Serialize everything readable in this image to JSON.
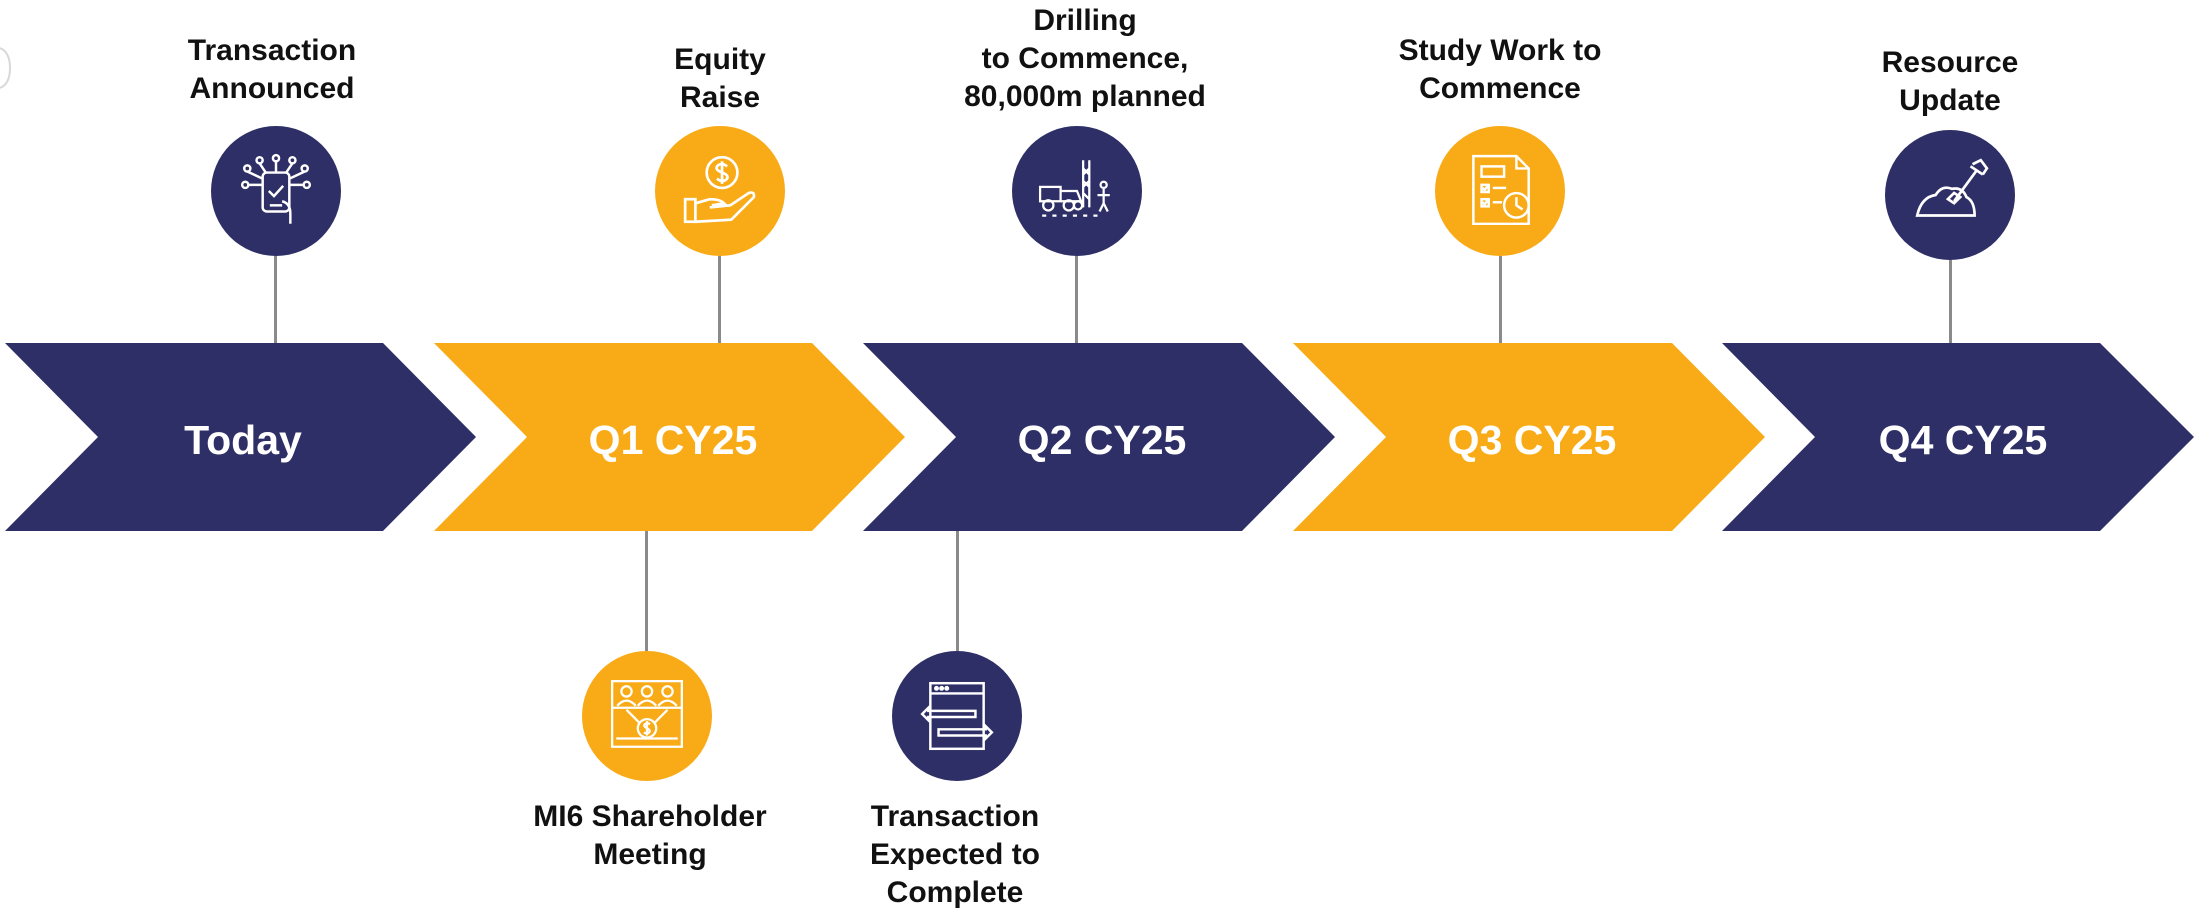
{
  "colors": {
    "navy": "#2e2f66",
    "gold": "#f9ab17",
    "connector": "#8a8a8a",
    "icon_stroke": "#ffffff"
  },
  "timeline": {
    "stages": [
      {
        "label": "Today",
        "color": "navy"
      },
      {
        "label": "Q1 CY25",
        "color": "gold"
      },
      {
        "label": "Q2 CY25",
        "color": "navy"
      },
      {
        "label": "Q3 CY25",
        "color": "gold"
      },
      {
        "label": "Q4 CY25",
        "color": "navy"
      }
    ]
  },
  "events_above": [
    {
      "label": "Transaction\nAnnounced",
      "icon": "digital-transaction-icon",
      "color": "navy"
    },
    {
      "label": "Equity\nRaise",
      "icon": "hand-dollar-icon",
      "color": "gold"
    },
    {
      "label": "Drilling\nto Commence,\n80,000m planned",
      "icon": "drill-rig-icon",
      "color": "navy"
    },
    {
      "label": "Study Work to\nCommence",
      "icon": "checklist-clock-icon",
      "color": "gold"
    },
    {
      "label": "Resource\nUpdate",
      "icon": "shovel-mound-icon",
      "color": "navy"
    }
  ],
  "events_below": [
    {
      "label": "MI6 Shareholder\nMeeting",
      "icon": "shareholder-meeting-icon",
      "color": "gold"
    },
    {
      "label": "Transaction\nExpected to\nComplete",
      "icon": "transfer-arrows-icon",
      "color": "navy"
    }
  ]
}
